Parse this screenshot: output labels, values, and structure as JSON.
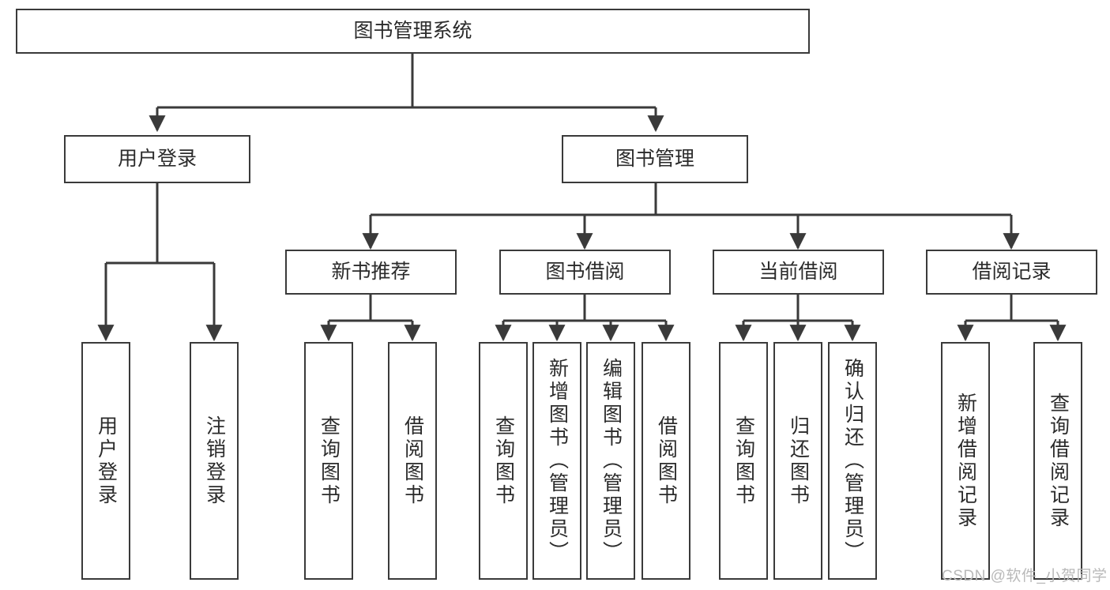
{
  "diagram": {
    "title": "图书管理系统",
    "root": {
      "label": "图书管理系统"
    },
    "level1": [
      {
        "label": "用户登录"
      },
      {
        "label": "图书管理"
      }
    ],
    "level2": [
      {
        "label": "新书推荐"
      },
      {
        "label": "图书借阅"
      },
      {
        "label": "当前借阅"
      },
      {
        "label": "借阅记录"
      }
    ],
    "leaves": {
      "user_login": [
        {
          "label": "用户登录"
        },
        {
          "label": "注销登录"
        }
      ],
      "new_book_recommend": [
        {
          "label": "查询图书"
        },
        {
          "label": "借阅图书"
        }
      ],
      "book_borrow": [
        {
          "label": "查询图书"
        },
        {
          "label": "新增图书（管理员）"
        },
        {
          "label": "编辑图书（管理员）"
        },
        {
          "label": "借阅图书"
        }
      ],
      "current_borrow": [
        {
          "label": "查询图书"
        },
        {
          "label": "归还图书"
        },
        {
          "label": "确认归还（管理员）"
        }
      ],
      "borrow_record": [
        {
          "label": "新增借阅记录"
        },
        {
          "label": "查询借阅记录"
        }
      ]
    }
  },
  "watermark": {
    "text": "CSDN @软件_小贺同学"
  },
  "colors": {
    "border": "#3a3a3a",
    "text": "#2b2b2b",
    "background": "#ffffff",
    "watermark": "#b9b9b9"
  }
}
